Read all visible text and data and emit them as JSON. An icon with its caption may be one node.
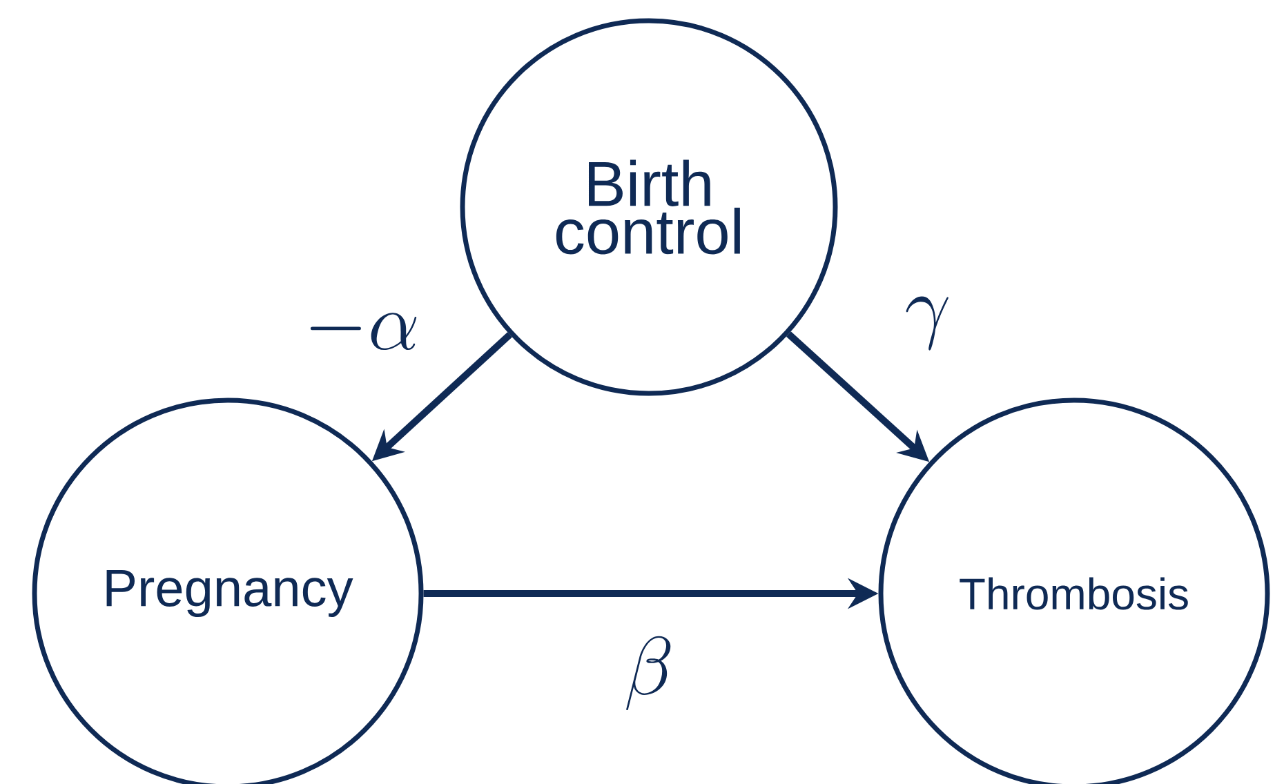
{
  "diagram": {
    "nodes": [
      {
        "text": [
          "Birth control"
        ]
      },
      {
        "text": [
          "Pregnancy"
        ]
      },
      {
        "text": [
          "Thrombosis"
        ]
      }
    ],
    "edges": [
      {
        "from": 0,
        "to": 1,
        "arrow": "to",
        "label": "-\\alpha"
      },
      {
        "from": 0,
        "to": 2,
        "arrow": "to",
        "label": "\\gamma"
      },
      {
        "from": 1,
        "to": 2,
        "arrow": "to",
        "label": "\\beta"
      }
    ]
  }
}
